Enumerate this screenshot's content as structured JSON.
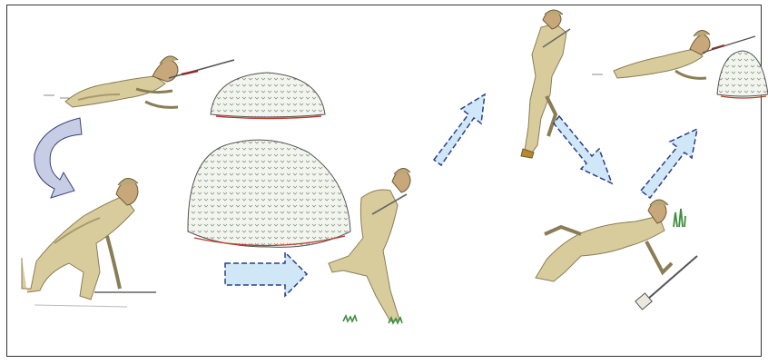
{
  "diagram": {
    "steps": [
      {
        "id": "1",
        "figure": "prone-firing-soldier",
        "cover": "small-mound"
      },
      {
        "id": "2",
        "figure": "rising-crouched-soldier",
        "cover": "large-mound"
      },
      {
        "id": "3",
        "figure": "sprinting-crouched-soldier"
      },
      {
        "id": "4",
        "figure": "upright-running-soldier"
      },
      {
        "id": "5",
        "figure": "diving-prone-soldier"
      },
      {
        "id": "6",
        "figure": "prone-firing-soldier",
        "cover": "small-mound"
      }
    ],
    "arrows": [
      "curved-down-arrow",
      "right-arrow",
      "up-right-arrow",
      "down-right-arrow",
      "up-right-arrow"
    ],
    "colors": {
      "mound_fill": "#f2f4ee",
      "mound_dots": "#7a8a7a",
      "mound_edge": "#c0392b",
      "arrow_fill": "#cfe7f6",
      "arrow_edge": "#2b3f8a",
      "uniform": "#d9cc9c",
      "uniform_shadow": "#a89a6a",
      "skin": "#c8a87a",
      "grass": "#3e8e3e"
    }
  }
}
